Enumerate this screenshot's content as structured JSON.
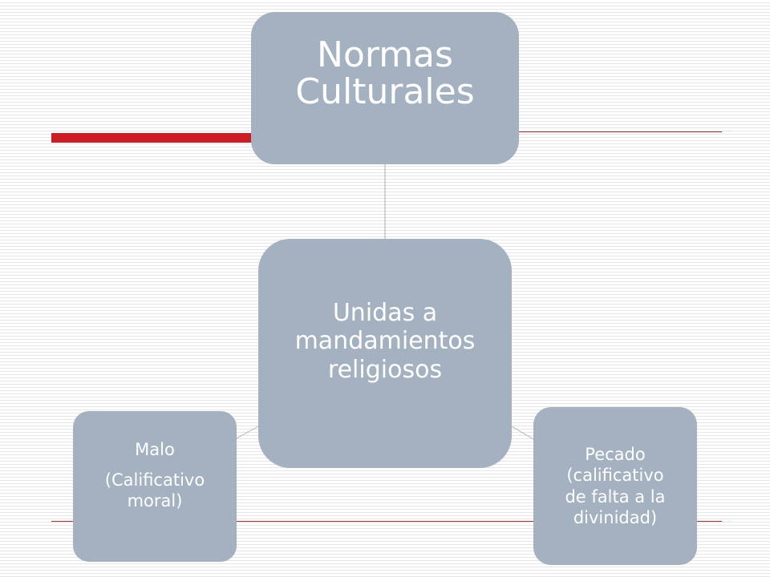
{
  "diagram": {
    "top_node": {
      "line_1": "Normas",
      "line_2": "Culturales"
    },
    "middle_node": {
      "line_1": "Unidas a",
      "line_2": "mandamientos",
      "line_3": "religiosos"
    },
    "left_node": {
      "line_1": "Malo",
      "line_2": "(Calificativo",
      "line_3": "moral)"
    },
    "right_node": {
      "line_1": "Pecado",
      "line_2": "(calificativo",
      "line_3": "de falta a la",
      "line_4": "divinidad)"
    }
  },
  "colors": {
    "node_fill": "#a3b1c0",
    "node_text": "#ffffff",
    "accent_red": "#cc1c24",
    "connector": "#a3b1c0"
  }
}
